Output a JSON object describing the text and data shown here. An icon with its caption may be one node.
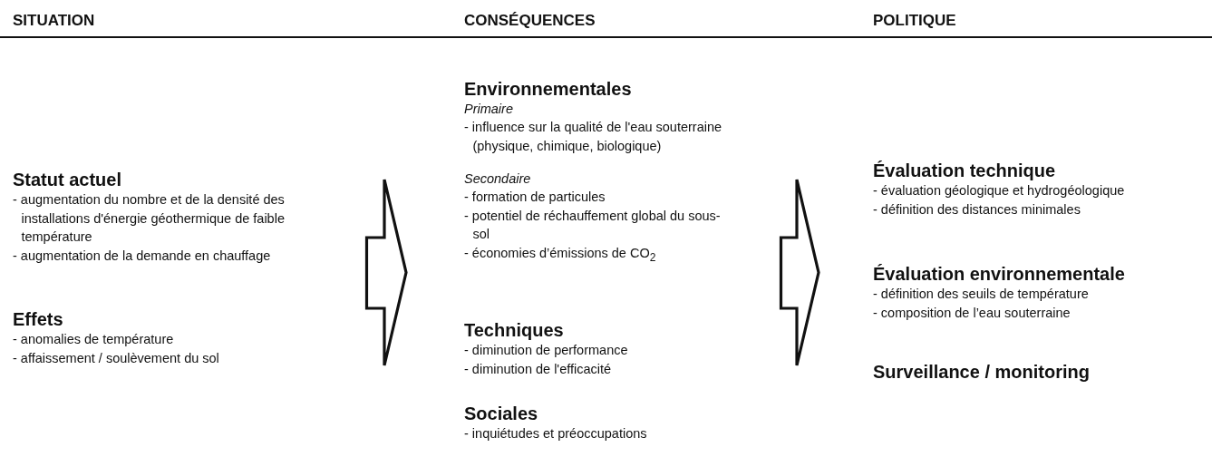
{
  "diagram": {
    "nodes": [
      {
        "text": [
          "SITUATION"
        ]
      },
      {
        "text": [
          "Statut actuel",
          "- augmentation du nombre et de la densité des installations d'énergie géothermique de faible température",
          "- augmentation de la demande en chauffage"
        ],
        "in": 0
      },
      {
        "text": [
          "Effets",
          "- anomalies de température",
          "- affaissement / soulèvement du sol"
        ],
        "in": 0
      },
      {
        "text": [
          "CONSÉQUENCES"
        ]
      },
      {
        "text": [
          "Environnementales"
        ],
        "in": 3
      },
      {
        "text": [
          "Primaire",
          "- influence sur la qualité de l'eau souterraine (physique, chimique, biologique)"
        ],
        "in": 4
      },
      {
        "text": [
          "Secondaire",
          "- formation de particules",
          "- potentiel de réchauffement global du sous-sol",
          "- économies d’émissions de CO$_{2}$"
        ],
        "in": 4
      },
      {
        "text": [
          "Techniques",
          "- diminution de performance",
          "- diminution de l'efficacité"
        ],
        "in": 3
      },
      {
        "text": [
          "Sociales",
          "- inquiétudes et préoccupations"
        ],
        "in": 3
      },
      {
        "text": [
          "POLITIQUE"
        ]
      },
      {
        "text": [
          "Évaluation technique",
          "- évaluation géologique et hydrogéologique",
          "- définition des distances minimales"
        ],
        "in": 9
      },
      {
        "text": [
          "Évaluation environnementale",
          "- définition des seuils de température",
          "- composition de l’eau souterraine"
        ],
        "in": 9
      },
      {
        "text": [
          "Surveillance / monitoring"
        ],
        "in": 9
      }
    ],
    "edges": [
      {
        "from": 0,
        "to": 3,
        "arrow": "to"
      },
      {
        "from": 3,
        "to": 9,
        "arrow": "to"
      }
    ]
  }
}
